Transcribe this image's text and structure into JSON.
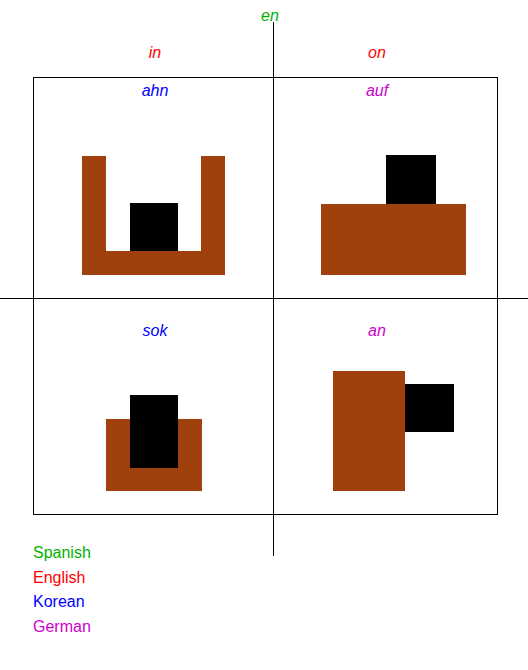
{
  "diagram": {
    "labels": [
      "en",
      "in",
      "on",
      "ahn",
      "auf",
      "sok",
      "an"
    ],
    "legend": [
      {
        "text": "Spanish",
        "color": "#00b000"
      },
      {
        "text": "English",
        "color": "#ff0000"
      },
      {
        "text": "Korean",
        "color": "#0000ff"
      },
      {
        "text": "German",
        "color": "#cc00cc"
      }
    ]
  }
}
